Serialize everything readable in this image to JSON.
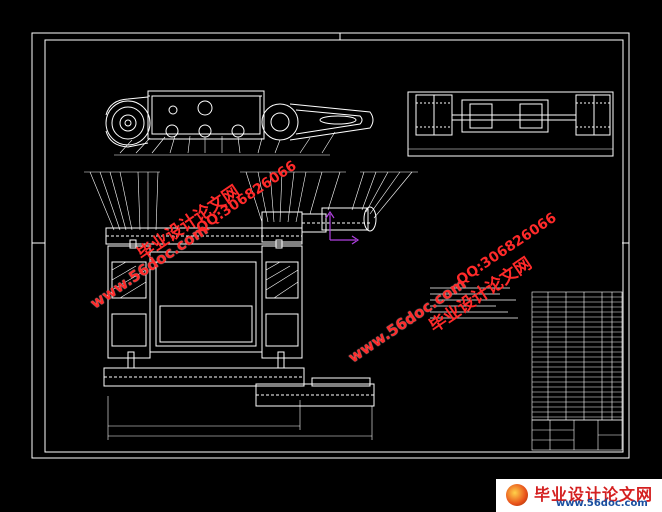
{
  "watermarks": {
    "site": "www.56doc.com",
    "qq": "QQ:306826066",
    "cn": "毕业设计论文网"
  },
  "logo": {
    "cn": "毕业设计论文网",
    "url": "www.56doc.com"
  },
  "colors": {
    "background": "#000000",
    "line": "#ffffff",
    "watermark": "#ff2a2a",
    "axis_marker": "#b040e0"
  }
}
